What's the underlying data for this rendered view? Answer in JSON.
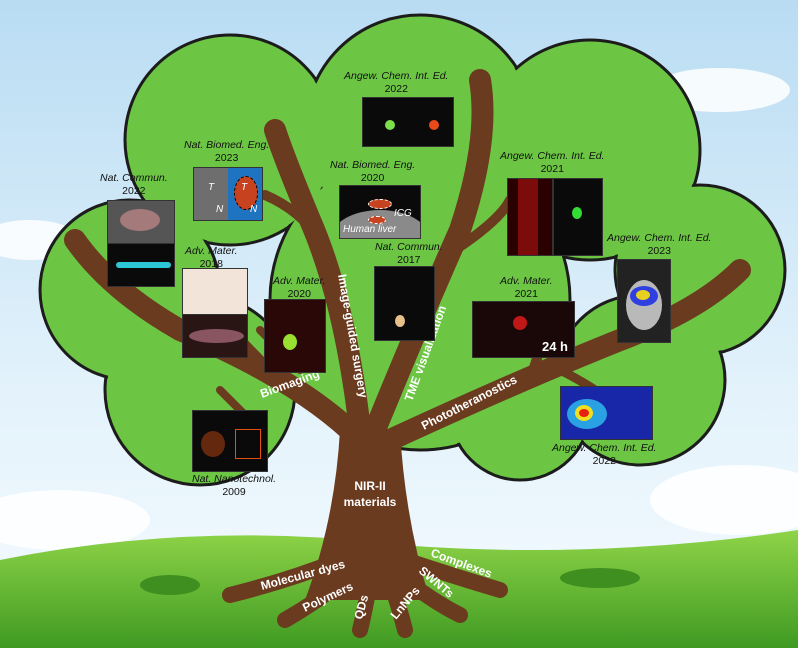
{
  "root": {
    "label_line1": "NIR-II",
    "label_line2": "materials"
  },
  "branches": {
    "biomaging": "Biomaging",
    "surgery": "Image-guided surgery",
    "tme": "TME visualization",
    "phototheranostics": "Phototheranostics"
  },
  "roots": [
    "Molecular dyes",
    "Polymers",
    "QDs",
    "LnNPs",
    "SWNTs",
    "Complexes"
  ],
  "publications": [
    {
      "journal": "Nat. Commun.",
      "year": "2022"
    },
    {
      "journal": "Nat. Biomed. Eng.",
      "year": "2023"
    },
    {
      "journal": "Angew. Chem. Int. Ed.",
      "year": "2022"
    },
    {
      "journal": "Nat. Biomed. Eng.",
      "year": "2020"
    },
    {
      "journal": "Angew. Chem. Int. Ed.",
      "year": "2021"
    },
    {
      "journal": "Adv. Mater.",
      "year": "2018"
    },
    {
      "journal": "Adv. Mater.",
      "year": "2020"
    },
    {
      "journal": "Nat. Commun.",
      "year": "2017"
    },
    {
      "journal": "Adv. Mater.",
      "year": "2021"
    },
    {
      "journal": "Angew. Chem. Int. Ed.",
      "year": "2023"
    },
    {
      "journal": "Nat. Nanotechnol.",
      "year": "2009"
    },
    {
      "journal": "Angew. Chem. Int. Ed.",
      "year": "2022"
    }
  ],
  "panel_text": {
    "T": "T",
    "N": "N",
    "icg": "ICG",
    "liver": "Human liver",
    "time": "24 h"
  },
  "colors": {
    "canopy": "#6cc644",
    "trunk": "#6b3b1f",
    "sky": "#cfe8f7",
    "grass": "#5fb52f"
  }
}
